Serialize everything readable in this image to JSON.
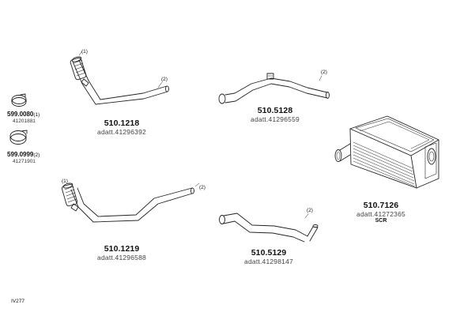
{
  "parts": [
    {
      "code": "510.1218",
      "sub": "adatt.41296392"
    },
    {
      "code": "510.5128",
      "sub": "adatt.41296559"
    },
    {
      "code": "510.7126",
      "sub": "adatt.41272365",
      "note": "SCR"
    },
    {
      "code": "510.1219",
      "sub": "adatt.41296588"
    },
    {
      "code": "510.5129",
      "sub": "adatt.41298147"
    }
  ],
  "clamps": [
    {
      "code": "599.0080",
      "mark": "(1)",
      "sub": "41201881"
    },
    {
      "code": "599.0999",
      "mark": "(2)",
      "sub": "41271901"
    }
  ],
  "callouts": {
    "one": "(1)",
    "two": "(2)"
  },
  "footer": "IV277"
}
